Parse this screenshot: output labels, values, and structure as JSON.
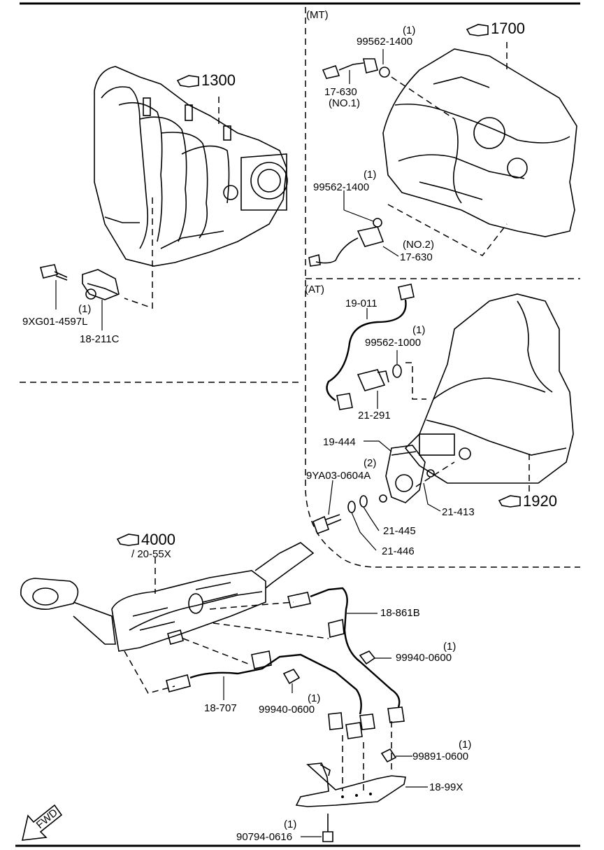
{
  "sections": {
    "mt": "(MT)",
    "at": "(AT)"
  },
  "refs": {
    "r1300": "1300",
    "r1700": "1700",
    "r1920": "1920",
    "r4000": "4000",
    "r4000_sub": "/ 20-55X"
  },
  "parts": {
    "p9xg01": {
      "qty": "(1)",
      "code": "9XG01-4597L"
    },
    "p18211c": {
      "code": "18-211C"
    },
    "p99562_top": {
      "qty": "(1)",
      "code": "99562-1400"
    },
    "p17630_no1": {
      "code": "17-630",
      "note": "(NO.1)"
    },
    "p99562_mid": {
      "qty": "(1)",
      "code": "99562-1400"
    },
    "p17630_no2": {
      "note": "(NO.2)",
      "code": "17-630"
    },
    "p19011": {
      "code": "19-011"
    },
    "p99562_1000": {
      "qty": "(1)",
      "code": "99562-1000"
    },
    "p21291": {
      "code": "21-291"
    },
    "p19444": {
      "code": "19-444"
    },
    "p9ya03": {
      "qty": "(2)",
      "code": "9YA03-0604A"
    },
    "p21413": {
      "code": "21-413"
    },
    "p21445": {
      "code": "21-445"
    },
    "p21446": {
      "code": "21-446"
    },
    "p18861b": {
      "code": "18-861B"
    },
    "p99940_a": {
      "qty": "(1)",
      "code": "99940-0600"
    },
    "p18707": {
      "code": "18-707"
    },
    "p99940_b": {
      "qty": "(1)",
      "code": "99940-0600"
    },
    "p99891": {
      "qty": "(1)",
      "code": "99891-0600"
    },
    "p1899x": {
      "code": "18-99X"
    },
    "p90794": {
      "qty": "(1)",
      "code": "90794-0616"
    }
  },
  "fwd": "FWD"
}
